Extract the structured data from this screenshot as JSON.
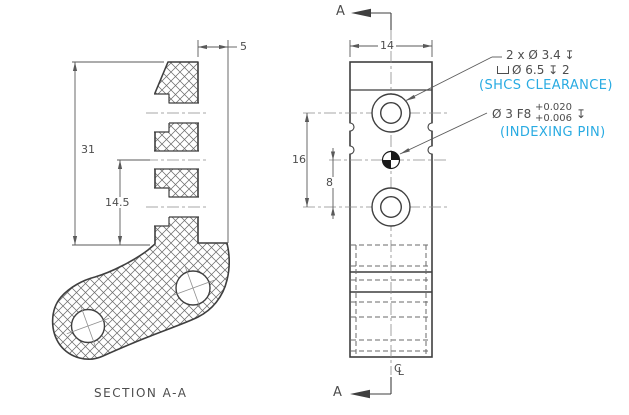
{
  "colors": {
    "line": "#3f3f3f",
    "annotation_note": "#29abe2",
    "dim_text": "#4d4d4d"
  },
  "section_view": {
    "label": "SECTION A-A",
    "dims": {
      "overall_height": "31",
      "pin_height": "14.5",
      "thickness_offset": "5"
    }
  },
  "front_view": {
    "dims": {
      "width": "14",
      "hole_spacing": "16",
      "pin_to_hole": "8"
    },
    "section_arrow_label": "A",
    "centerline": {
      "c": "C",
      "l": "L"
    }
  },
  "callouts": {
    "shcs": {
      "line1": "2 x Ø 3.4 ↧",
      "line2": "Ø 6.5 ↧ 2",
      "note": "(SHCS CLEARANCE)"
    },
    "pin": {
      "spec": "Ø 3 F8",
      "tol_upper": "+0.020",
      "tol_lower": "+0.006",
      "depth_symbol": "↧",
      "note": "(INDEXING PIN)"
    }
  }
}
